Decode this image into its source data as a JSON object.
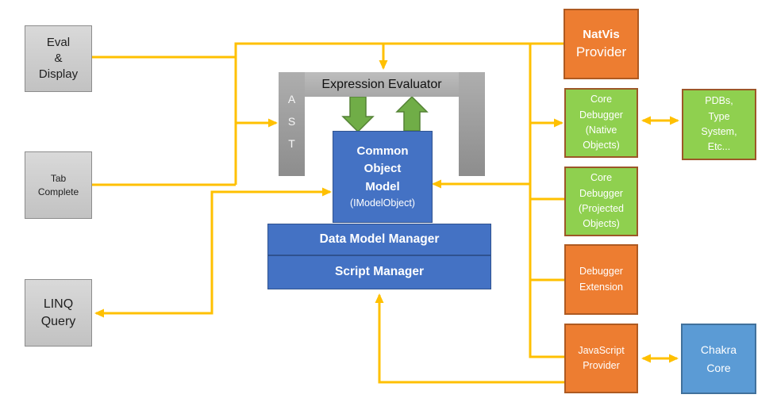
{
  "diagram": {
    "left_boxes": {
      "eval_display": {
        "lines": [
          "Eval",
          "&",
          "Display"
        ]
      },
      "tab_complete": {
        "lines": [
          "Tab",
          "Complete"
        ]
      },
      "linq_query": {
        "lines": [
          "LINQ",
          "Query"
        ]
      }
    },
    "center": {
      "ast": {
        "letters": [
          "A",
          "S",
          "T"
        ]
      },
      "expression_evaluator": {
        "label": "Expression Evaluator"
      },
      "common_object_model": {
        "lines": [
          "Common",
          "Object",
          "Model"
        ],
        "subtitle": "(IModelObject)"
      },
      "data_model_manager": {
        "label": "Data Model Manager"
      },
      "script_manager": {
        "label": "Script Manager"
      }
    },
    "right_boxes": {
      "natvis_provider": {
        "lines": [
          "NatVis",
          "Provider"
        ]
      },
      "core_debugger_native": {
        "lines": [
          "Core",
          "Debugger",
          "(Native",
          "Objects)"
        ]
      },
      "pdbs_type_system": {
        "lines": [
          "PDBs,",
          "Type",
          "System,",
          "Etc..."
        ]
      },
      "core_debugger_projected": {
        "lines": [
          "Core",
          "Debugger",
          "(Projected",
          "Objects)"
        ]
      },
      "debugger_extension": {
        "lines": [
          "Debugger",
          "Extension"
        ]
      },
      "javascript_provider": {
        "lines": [
          "JavaScript",
          "Provider"
        ]
      },
      "chakra_core": {
        "lines": [
          "Chakra",
          "Core"
        ]
      }
    },
    "colors": {
      "connector_gold": "#FFC000",
      "block_arrow_green": "#70AD47",
      "block_arrow_green_border": "#548235",
      "orange_fill": "#ED7D31",
      "orange_border": "#AE5A21",
      "green_fill": "#8FD04F",
      "green_border": "#9C5728",
      "center_blue_fill": "#4472C4",
      "center_blue_border": "#2F528F",
      "light_blue_fill": "#5B9BD5",
      "light_blue_border": "#41719C",
      "gray_box_fill": "#CFCFCF",
      "gray_box_border": "#8C8C8C",
      "bridge_gray": "#A6A6A6"
    }
  }
}
